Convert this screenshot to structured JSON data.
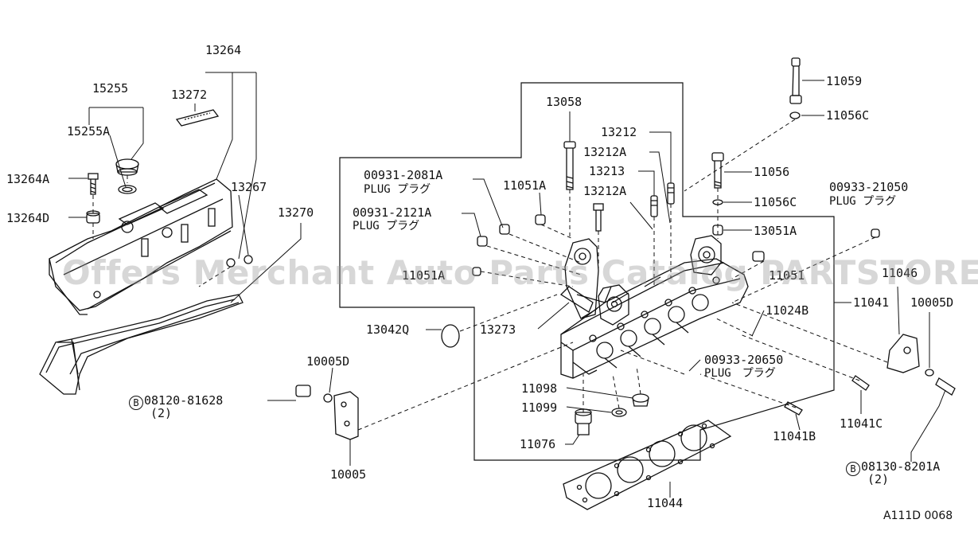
{
  "labels": {
    "p13264": "13264",
    "p15255": "15255",
    "p13272": "13272",
    "p15255a": "15255A",
    "p13264a": "13264A",
    "p13267": "13267",
    "p13264d": "13264D",
    "p13270": "13270",
    "p13058": "13058",
    "p13212": "13212",
    "p13212a_top": "13212A",
    "p13213": "13213",
    "p13212a_mid": "13212A",
    "p11059": "11059",
    "p11056c_top": "11056C",
    "p11056": "11056",
    "p11056c_mid": "11056C",
    "p13051a": "13051A",
    "p00931_2081a": "00931-2081A",
    "p00931_2081a_plug": "PLUG プラグ",
    "p11051a_top": "11051A",
    "p00931_2121a": "00931-2121A",
    "p00931_2121a_plug": "PLUG プラグ",
    "p00933_21050": "00933-21050",
    "p00933_21050_plug": "PLUG プラグ",
    "p11051a_left": "11051A",
    "p11051_right": "11051",
    "p11046": "11046",
    "p11024b": "11024B",
    "p11041": "11041",
    "p10005d_right": "10005D",
    "p13042q": "13042Q",
    "p13273": "13273",
    "p00933_20650": "00933-20650",
    "p00933_20650_plug": "PLUG　プラグ",
    "p10005d_left": "10005D",
    "p08120": "08120-81628",
    "p08120_qty": "(2)",
    "p11098": "11098",
    "p11099": "11099",
    "p11076": "11076",
    "p10005": "10005",
    "p11044": "11044",
    "p11041c": "11041C",
    "p11041b": "11041B",
    "p08130": "08130-8201A",
    "p08130_qty": "(2)",
    "bolt_symbol": "B",
    "ref_code": "A111D 0068"
  },
  "watermark": "Offers Merchant Auto Parts Catalog PARTSTORE.SA",
  "colors": {
    "line": "#111111",
    "watermark": "#9a9a9a",
    "background": "#ffffff"
  }
}
